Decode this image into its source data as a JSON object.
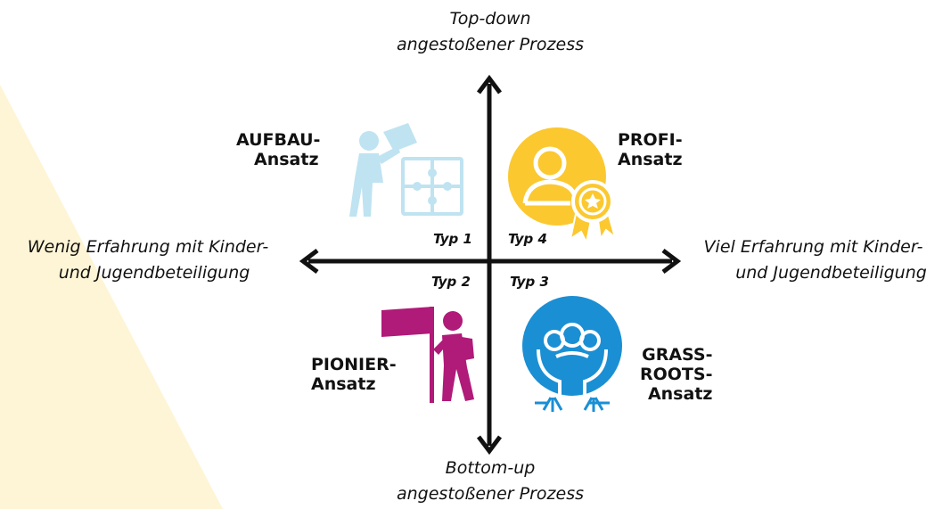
{
  "axes": {
    "top": [
      "Top-down",
      "angestoßener Prozess"
    ],
    "bottom": [
      "Bottom-up",
      "angestoßener Prozess"
    ],
    "left": [
      "Wenig Erfahrung mit Kinder-",
      "und Jugendbeteiligung"
    ],
    "right": [
      "Viel Erfahrung mit Kinder-",
      "und Jugendbeteiligung"
    ]
  },
  "types": {
    "t1": "Typ 1",
    "t2": "Typ 2",
    "t3": "Typ 3",
    "t4": "Typ 4"
  },
  "approaches": {
    "aufbau": [
      "AUFBAU-",
      "Ansatz"
    ],
    "profi": [
      "PROFI-",
      "Ansatz"
    ],
    "pionier": [
      "PIONIER-",
      "Ansatz"
    ],
    "grassroots": [
      "GRASS-",
      "ROOTS-",
      "Ansatz"
    ]
  },
  "colors": {
    "background_accent": "#fdf5d6",
    "aufbau": "#bfe3f1",
    "profi": "#fbc82f",
    "pionier": "#b01a78",
    "grassroots": "#1a8fd4",
    "axis": "#111111"
  },
  "icons": {
    "aufbau": "person-puzzle-icon",
    "profi": "user-award-icon",
    "pionier": "hiker-flag-icon",
    "grassroots": "hands-group-roots-icon"
  }
}
